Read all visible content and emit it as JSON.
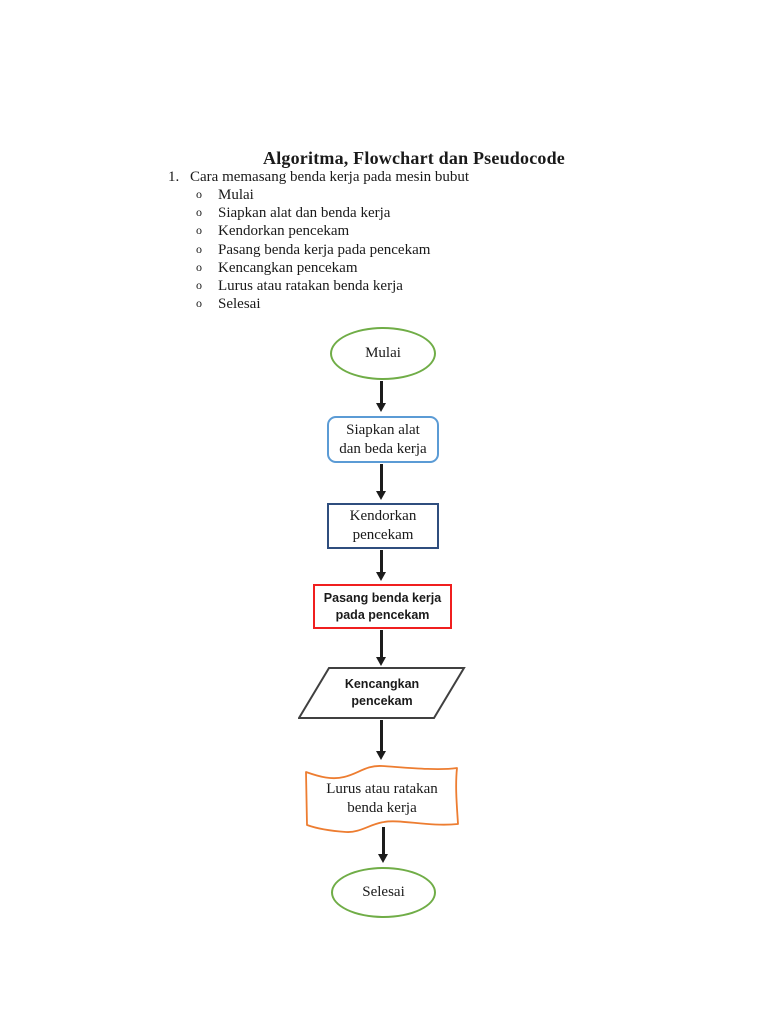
{
  "page": {
    "title": "Algoritma, Flowchart dan Pseudocode",
    "background": "#ffffff",
    "text_color": "#1a1a1a"
  },
  "list": {
    "number": "1.",
    "heading": "Cara memasang benda kerja pada mesin bubut",
    "bullet_char": "o",
    "items": [
      "Mulai",
      "Siapkan alat dan benda kerja",
      "Kendorkan pencekam",
      "Pasang benda kerja pada pencekam",
      "Kencangkan pencekam",
      "Lurus atau ratakan benda kerja",
      "Selesai"
    ]
  },
  "flowchart": {
    "arrow_color": "#1c1c1c",
    "nodes": [
      {
        "id": "start",
        "shape": "ellipse",
        "label": "Mulai",
        "border_color": "#70AD47"
      },
      {
        "id": "prepare",
        "shape": "rounded-rectangle",
        "label": "Siapkan alat\ndan beda kerja",
        "border_color": "#5B9BD5"
      },
      {
        "id": "loosen",
        "shape": "rectangle",
        "label": "Kendorkan\npencekam",
        "border_color": "#2F4E7E"
      },
      {
        "id": "mount",
        "shape": "rectangle",
        "label": "Pasang benda kerja\npada pencekam",
        "border_color": "#F01F1F"
      },
      {
        "id": "tighten",
        "shape": "parallelogram",
        "label": "Kencangkan\npencekam",
        "border_color": "#404040"
      },
      {
        "id": "align",
        "shape": "wave",
        "label": "Lurus atau ratakan\nbenda kerja",
        "border_color": "#ED7D31"
      },
      {
        "id": "end",
        "shape": "ellipse",
        "label": "Selesai",
        "border_color": "#70AD47"
      }
    ]
  }
}
